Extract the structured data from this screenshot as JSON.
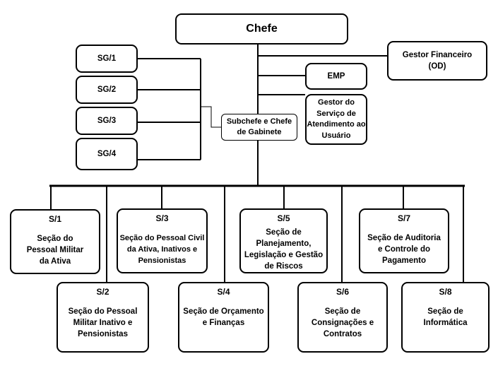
{
  "chefe": "Chefe",
  "subchefe": "Subchefe e\nChefe de Gabinete",
  "gestor_financeiro": "Gestor Financeiro\n(OD)",
  "emp": "EMP",
  "gestor_servico": "Gestor do\nServiço de\nAtendimento\nao Usuário",
  "sg": [
    "SG/1",
    "SG/2",
    "SG/3",
    "SG/4"
  ],
  "sections": [
    {
      "code": "S/1",
      "name": "Seção do\nPessoal Militar\nda Ativa"
    },
    {
      "code": "S/2",
      "name": "Seção do Pessoal\nMilitar Inativo e\nPensionistas"
    },
    {
      "code": "S/3",
      "name": "Seção do Pessoal Civil\nda Ativa, Inativos e\nPensionistas"
    },
    {
      "code": "S/4",
      "name": "Seção de Orçamento\ne Finanças"
    },
    {
      "code": "S/5",
      "name": "Seção de\nPlanejamento,\nLegislação e Gestão\nde Riscos"
    },
    {
      "code": "S/6",
      "name": "Seção de\nConsignações e\nContratos"
    },
    {
      "code": "S/7",
      "name": "Seção de Auditoria\ne Controle do\nPagamento"
    },
    {
      "code": "S/8",
      "name": "Seção de\nInformática"
    }
  ]
}
